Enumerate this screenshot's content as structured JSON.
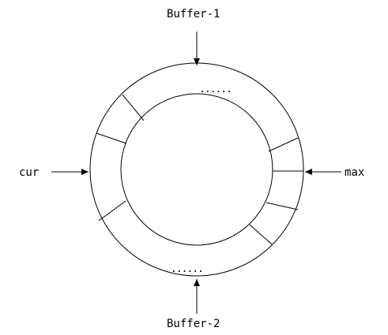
{
  "diagram": {
    "labels": {
      "top": "Buffer-1",
      "bottom": "Buffer-2",
      "left": "cur",
      "right": "max"
    },
    "ellipsis_top": "......",
    "ellipsis_bottom": "......"
  },
  "colors": {
    "stroke": "#000000",
    "background": "#ffffff"
  }
}
